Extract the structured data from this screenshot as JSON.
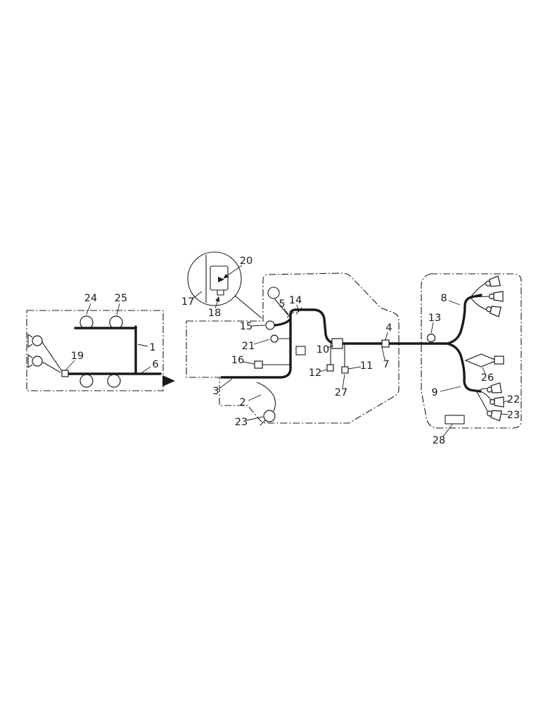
{
  "figure": {
    "background": "#ffffff",
    "ink": "#1a1a1a",
    "kind": "wiring-harness-parts-diagram",
    "callouts": [
      {
        "n": "24",
        "text": [
          129,
          424
        ],
        "leader": [
          129,
          431,
          123,
          447
        ],
        "arrow": false
      },
      {
        "n": "25",
        "text": [
          172,
          424
        ],
        "leader": [
          170,
          431,
          166,
          447
        ],
        "arrow": false
      },
      {
        "n": "19",
        "text": [
          110,
          506
        ],
        "leader": [
          106,
          512,
          93,
          526
        ],
        "arrow": false
      },
      {
        "n": "1",
        "text": [
          217,
          494
        ],
        "leader": [
          210,
          492,
          196,
          489
        ],
        "arrow": false
      },
      {
        "n": "6",
        "text": [
          221,
          518
        ],
        "leader": [
          214,
          521,
          202,
          529
        ],
        "arrow": false
      },
      {
        "n": "20",
        "text": [
          350,
          371
        ],
        "leader": [
          344,
          377,
          318,
          395
        ],
        "arrow": true
      },
      {
        "n": "17",
        "text": [
          267,
          429
        ],
        "leader": [
          273,
          425,
          287,
          414
        ],
        "arrow": false
      },
      {
        "n": "18",
        "text": [
          305,
          445
        ],
        "leader": [
          306,
          438,
          311,
          422
        ],
        "arrow": true
      },
      {
        "n": "5",
        "text": [
          401,
          432
        ],
        "leader": [
          404,
          438,
          411,
          448
        ],
        "arrow": false
      },
      {
        "n": "14",
        "text": [
          420,
          427
        ],
        "leader": [
          422,
          433,
          425,
          443
        ],
        "arrow": false
      },
      {
        "n": "15",
        "text": [
          350,
          464
        ],
        "leader": [
          358,
          463,
          377,
          462
        ],
        "arrow": false
      },
      {
        "n": "21",
        "text": [
          353,
          492
        ],
        "leader": [
          361,
          489,
          383,
          482
        ],
        "arrow": false
      },
      {
        "n": "16",
        "text": [
          338,
          512
        ],
        "leader": [
          346,
          514,
          361,
          517
        ],
        "arrow": false
      },
      {
        "n": "3",
        "text": [
          307,
          556
        ],
        "leader": [
          313,
          551,
          330,
          538
        ],
        "arrow": false
      },
      {
        "n": "2",
        "text": [
          345,
          572
        ],
        "leader": [
          353,
          569,
          371,
          561
        ],
        "arrow": false
      },
      {
        "n": "23",
        "text": [
          343,
          600
        ],
        "leader": [
          351,
          597,
          374,
          592
        ],
        "arrow": false
      },
      {
        "n": "10",
        "text": [
          459,
          497
        ],
        "leader": [
          465,
          494,
          474,
          491
        ],
        "arrow": false
      },
      {
        "n": "12",
        "text": [
          448,
          530
        ],
        "leader": [
          455,
          528,
          464,
          525
        ],
        "arrow": false
      },
      {
        "n": "27",
        "text": [
          485,
          558
        ],
        "leader": [
          487,
          551,
          490,
          532
        ],
        "arrow": false
      },
      {
        "n": "11",
        "text": [
          521,
          520
        ],
        "leader": [
          513,
          521,
          495,
          524
        ],
        "arrow": false
      },
      {
        "n": "4",
        "text": [
          553,
          466
        ],
        "leader": [
          551,
          472,
          548,
          483
        ],
        "arrow": false
      },
      {
        "n": "7",
        "text": [
          549,
          518
        ],
        "leader": [
          547,
          511,
          543,
          493
        ],
        "arrow": false
      },
      {
        "n": "8",
        "text": [
          631,
          424
        ],
        "leader": [
          638,
          427,
          654,
          433
        ],
        "arrow": false
      },
      {
        "n": "13",
        "text": [
          618,
          452
        ],
        "leader": [
          616,
          458,
          613,
          473
        ],
        "arrow": false
      },
      {
        "n": "26",
        "text": [
          693,
          537
        ],
        "leader": [
          690,
          531,
          686,
          522
        ],
        "arrow": false
      },
      {
        "n": "9",
        "text": [
          618,
          558
        ],
        "leader": [
          626,
          556,
          655,
          549
        ],
        "arrow": false
      },
      {
        "n": "22",
        "text": [
          730,
          568
        ],
        "leader": [
          723,
          569,
          716,
          571
        ],
        "arrow": false
      },
      {
        "n": "23",
        "text": [
          730,
          590
        ],
        "leader": [
          723,
          589,
          713,
          588
        ],
        "arrow": false
      },
      {
        "n": "28",
        "text": [
          624,
          626
        ],
        "leader": [
          630,
          620,
          643,
          603
        ],
        "arrow": false
      }
    ]
  }
}
